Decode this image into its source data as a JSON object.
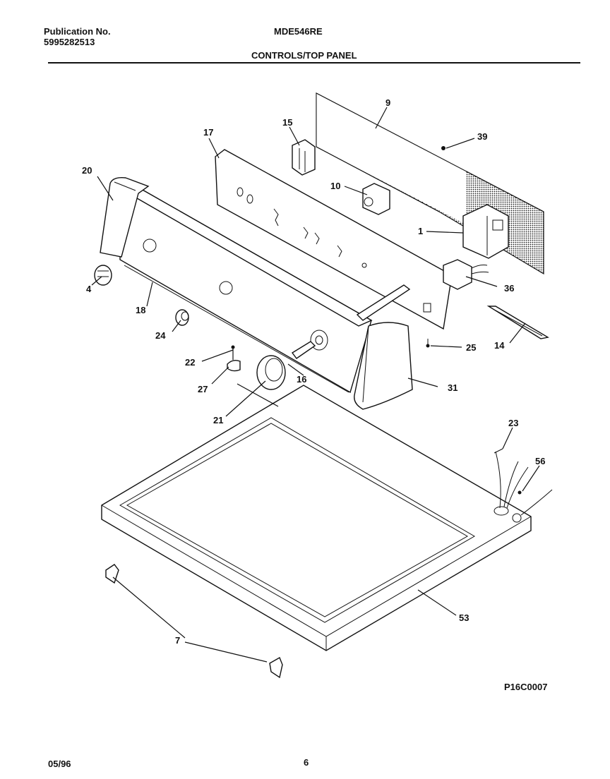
{
  "header": {
    "publication_label": "Publication No.",
    "publication_number": "5995282513",
    "model": "MDE546RE",
    "section_title": "CONTROLS/TOP PANEL"
  },
  "diagram": {
    "code": "P16C0007",
    "callouts": {
      "c1": "1",
      "c4": "4",
      "c7": "7",
      "c9": "9",
      "c10": "10",
      "c14": "14",
      "c15": "15",
      "c16": "16",
      "c17": "17",
      "c18": "18",
      "c20": "20",
      "c21": "21",
      "c22": "22",
      "c23": "23",
      "c24": "24",
      "c25": "25",
      "c27": "27",
      "c31": "31",
      "c36": "36",
      "c39": "39",
      "c53": "53",
      "c56": "56"
    }
  },
  "footer": {
    "date": "05/96",
    "page": "6"
  }
}
